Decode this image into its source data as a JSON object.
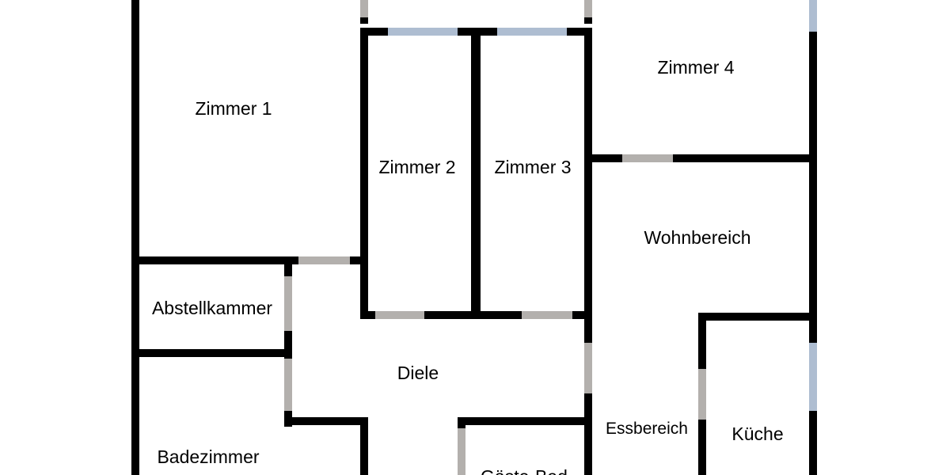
{
  "colors": {
    "wall": "#000000",
    "door": "#b3b0ad",
    "window": "#aebdd1",
    "background": "#ffffff"
  },
  "rooms": [
    {
      "id": "zimmer-1",
      "label": "Zimmer 1"
    },
    {
      "id": "zimmer-2",
      "label": "Zimmer 2"
    },
    {
      "id": "zimmer-3",
      "label": "Zimmer 3"
    },
    {
      "id": "zimmer-4",
      "label": "Zimmer 4"
    },
    {
      "id": "wohnbereich",
      "label": "Wohnbereich"
    },
    {
      "id": "abstellkammer",
      "label": "Abstellkammer"
    },
    {
      "id": "diele",
      "label": "Diele"
    },
    {
      "id": "essbereich",
      "label": "Essbereich"
    },
    {
      "id": "kueche",
      "label": "Küche"
    },
    {
      "id": "badezimmer",
      "label": "Badezimmer"
    },
    {
      "id": "gaeste-bad",
      "label": "Gäste-Bad"
    }
  ]
}
